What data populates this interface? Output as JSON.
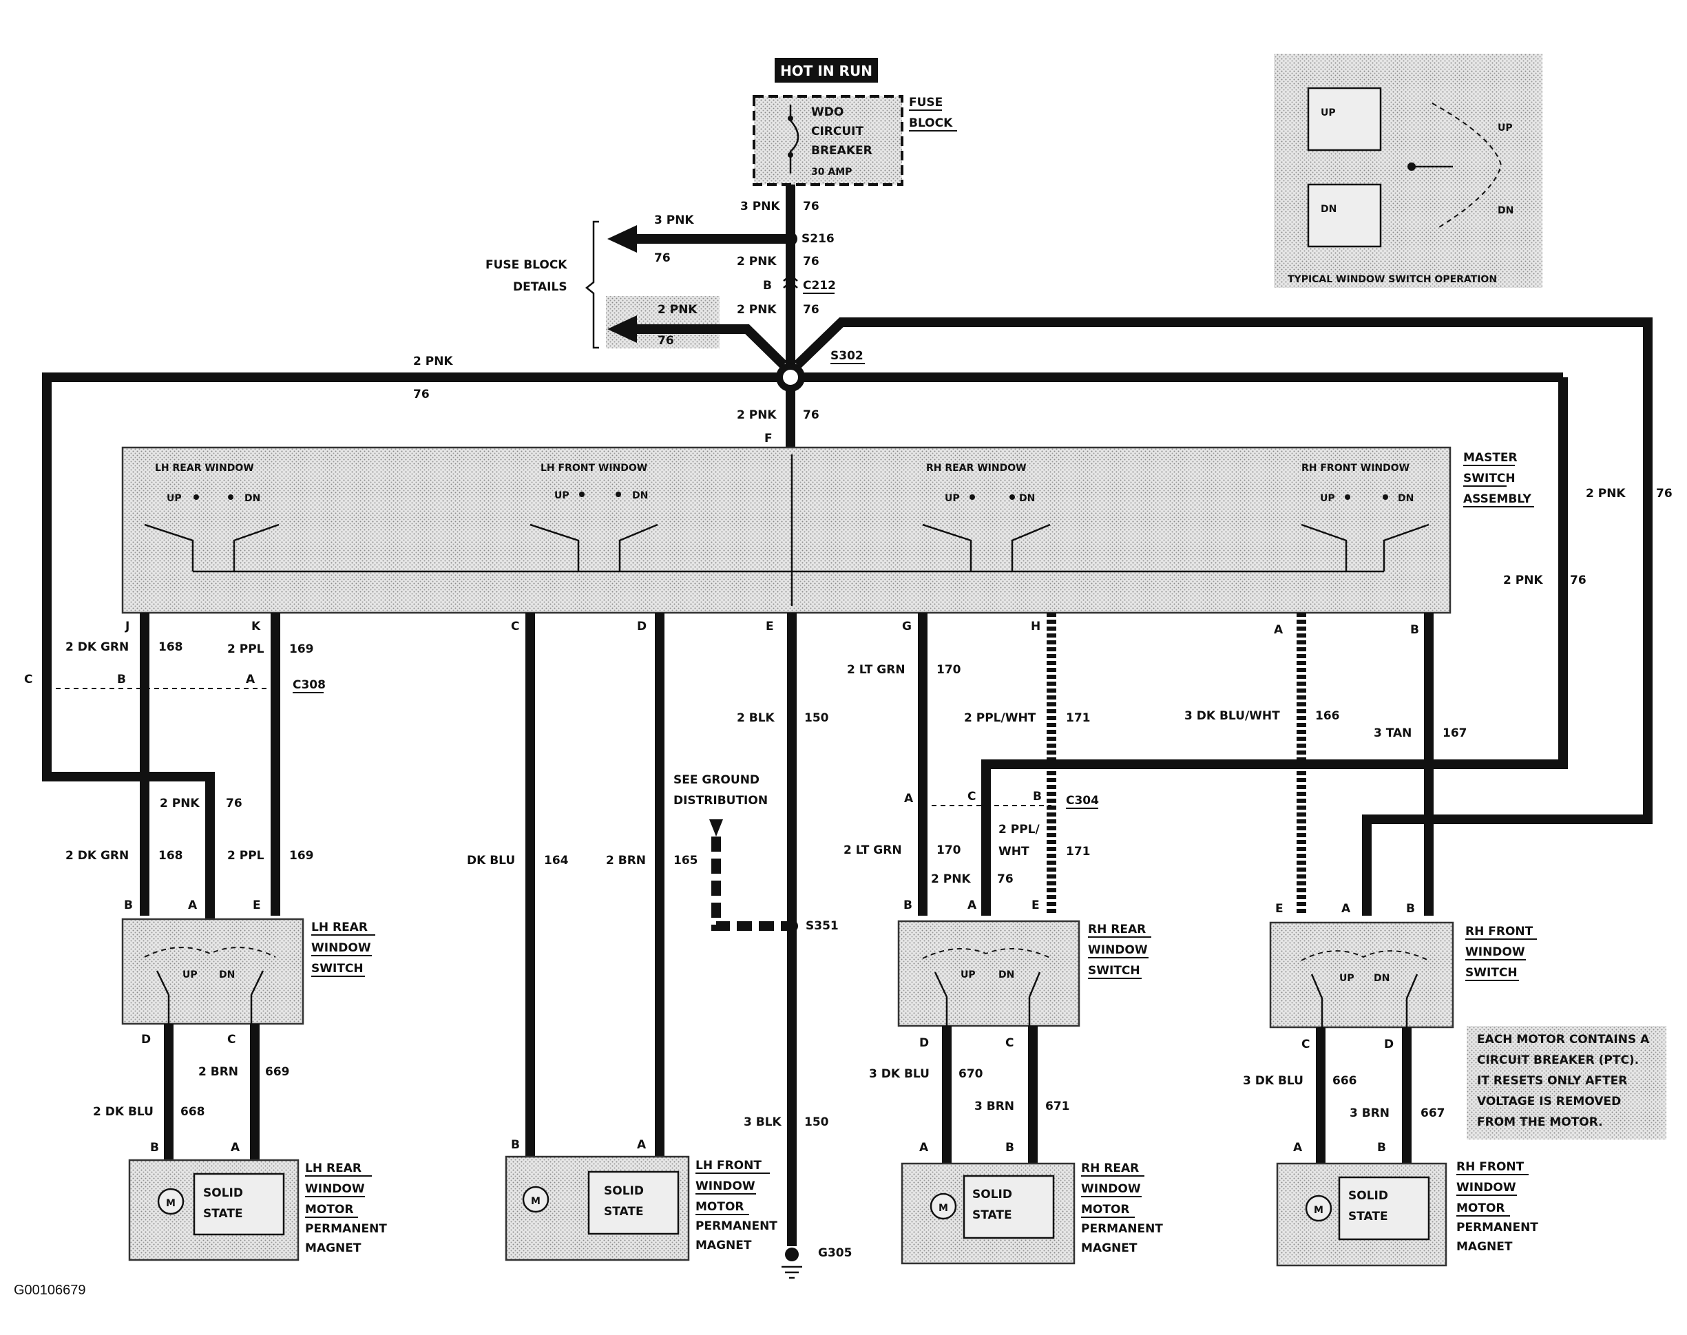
{
  "header": {
    "hot_label": "HOT IN RUN"
  },
  "fuse": {
    "lines": [
      "WDO",
      "CIRCUIT",
      "BREAKER"
    ],
    "rating": "30 AMP",
    "block_label": [
      "FUSE",
      "BLOCK"
    ],
    "details_label": [
      "FUSE BLOCK",
      "DETAILS"
    ]
  },
  "inset": {
    "caption": "TYPICAL WINDOW SWITCH OPERATION",
    "up": "UP",
    "dn": "DN"
  },
  "master": {
    "label": [
      "MASTER",
      "SWITCH",
      "ASSEMBLY"
    ],
    "sections": [
      "LH REAR WINDOW",
      "LH FRONT WINDOW",
      "RH REAR WINDOW",
      "RH FRONT WINDOW"
    ],
    "pins": [
      "J",
      "K",
      "C",
      "D",
      "E",
      "G",
      "H",
      "A",
      "B",
      "F"
    ]
  },
  "splices": [
    "S216",
    "C212",
    "S302",
    "C308",
    "C304",
    "S351",
    "G305"
  ],
  "wires": {
    "w3pnk": "3 PNK",
    "w2pnk": "2 PNK",
    "c76": "76",
    "w2dkgrn": "2 DK GRN",
    "c168": "168",
    "w2ppl": "2 PPL",
    "c169": "169",
    "w2blk": "2 BLK",
    "c150": "150",
    "w3blk": "3 BLK",
    "wdkblu": "DK BLU",
    "c164": "164",
    "w2brn": "2 BRN",
    "c165": "165",
    "w2ltgrn": "2 LT GRN",
    "c170": "170",
    "w2pplwht": "2 PPL/WHT",
    "c171": "171",
    "w2ppl_a": "2 PPL/",
    "w_wht": "WHT",
    "w3dkbluwht": "3 DK BLU/WHT",
    "c166": "166",
    "w3tan": "3 TAN",
    "c167": "167",
    "w2dkblu": "2 DK BLU",
    "c668": "668",
    "c669": "669",
    "w3dkblu": "3 DK BLU",
    "c670": "670",
    "w3brn": "3 BRN",
    "c671": "671",
    "c666": "666",
    "c667": "667"
  },
  "pin_letters": {
    "A": "A",
    "B": "B",
    "C": "C",
    "D": "D",
    "E": "E"
  },
  "ground_note": [
    "SEE GROUND",
    "DISTRIBUTION"
  ],
  "switches": {
    "lh_rear": [
      "LH REAR",
      "WINDOW",
      "SWITCH"
    ],
    "rh_rear": [
      "RH REAR",
      "WINDOW",
      "SWITCH"
    ],
    "rh_front": [
      "RH FRONT",
      "WINDOW",
      "SWITCH"
    ],
    "up": "UP",
    "dn": "DN"
  },
  "motors": {
    "lh_rear": [
      "LH REAR",
      "WINDOW",
      "MOTOR"
    ],
    "lh_front": [
      "LH FRONT",
      "WINDOW",
      "MOTOR"
    ],
    "rh_rear": [
      "RH REAR",
      "WINDOW",
      "MOTOR"
    ],
    "rh_front": [
      "RH FRONT",
      "WINDOW",
      "MOTOR"
    ],
    "pm": [
      "PERMANENT",
      "MAGNET"
    ],
    "solid": [
      "SOLID",
      "STATE"
    ],
    "m": "M"
  },
  "note": [
    "EACH MOTOR CONTAINS A",
    "CIRCUIT BREAKER (PTC).",
    "IT RESETS ONLY AFTER",
    "VOLTAGE IS REMOVED",
    "FROM THE MOTOR."
  ],
  "figure_id": "G00106679"
}
